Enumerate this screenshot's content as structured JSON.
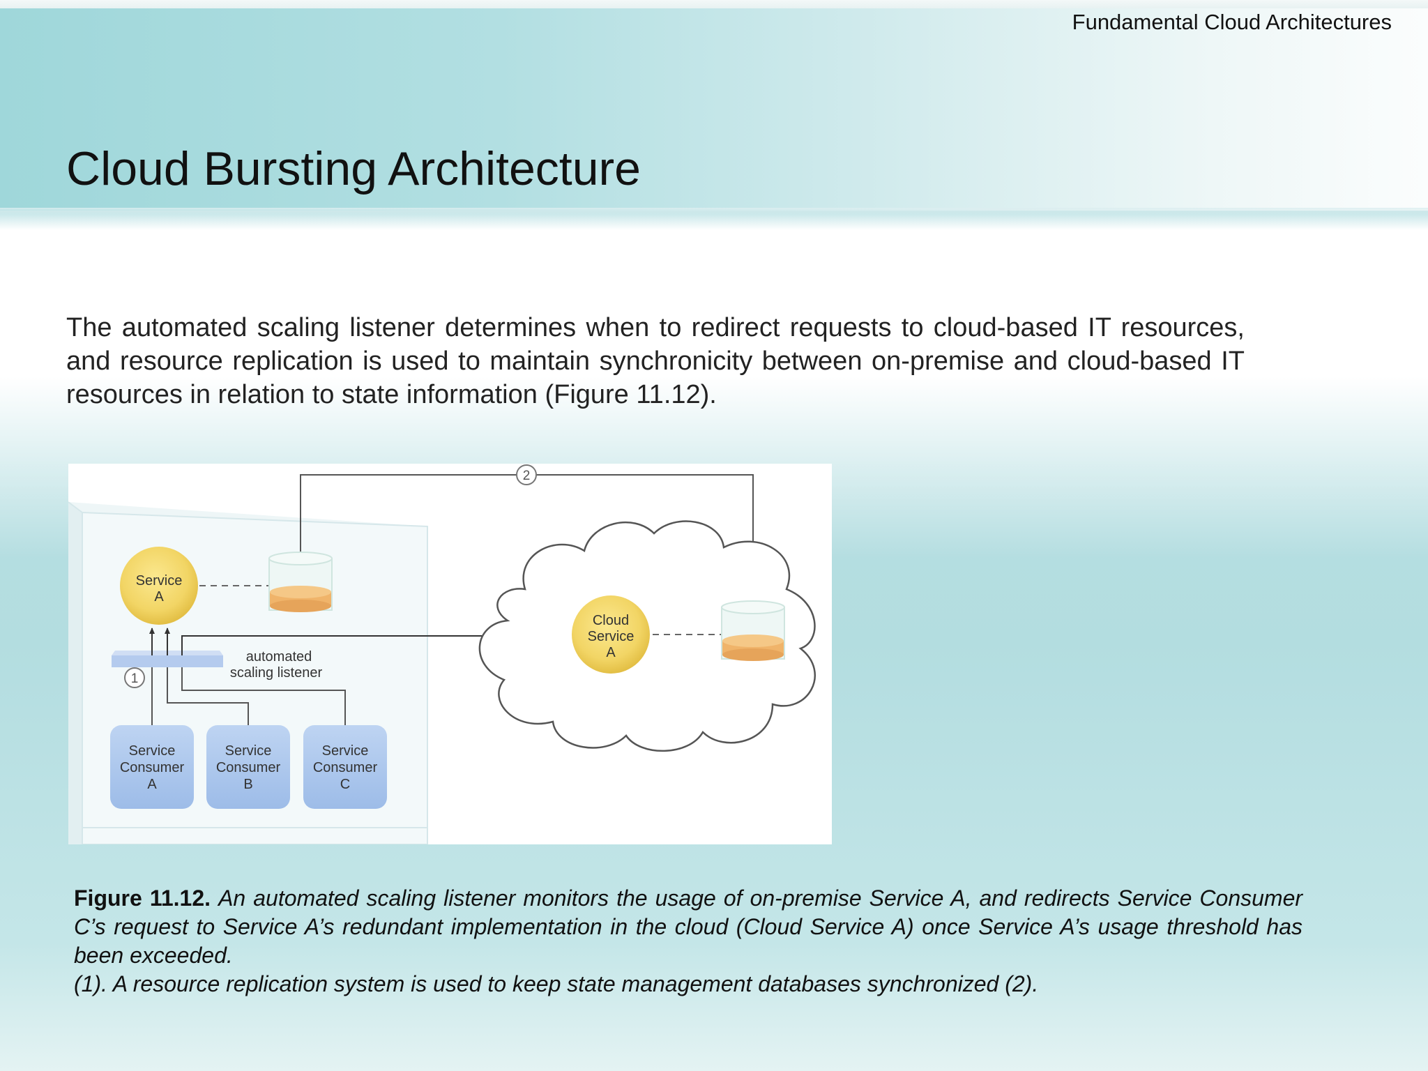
{
  "header": {
    "running_head": "Fundamental Cloud Architectures",
    "title": "Cloud Bursting Architecture"
  },
  "body": {
    "paragraph": "The automated scaling listener determines when to redirect requests to cloud-based IT resources, and resource replication is used to maintain synchronicity between on-premise and cloud-based IT resources in relation to state information (Figure 11.12)."
  },
  "figure": {
    "service_a_line1": "Service",
    "service_a_line2": "A",
    "listener_line1": "automated",
    "listener_line2": "scaling listener",
    "marker_1": "1",
    "marker_2": "2",
    "consumer_a": [
      "Service",
      "Consumer",
      "A"
    ],
    "consumer_b": [
      "Service",
      "Consumer",
      "B"
    ],
    "consumer_c": [
      "Service",
      "Consumer",
      "C"
    ],
    "cloud_service": [
      "Cloud",
      "Service",
      "A"
    ],
    "colors": {
      "service_fill": "#f2d565",
      "consumer_fill": "#a9c6ec",
      "db_fill": "#f0b46a",
      "listener_fill": "#b4cbee"
    }
  },
  "caption": {
    "label": "Figure 11.12.",
    "text": "An automated scaling listener monitors the usage of on-premise Service A, and redirects Service Consumer C’s request to Service A’s redundant implementation in the cloud (Cloud Service A) once Service A’s usage threshold has been exceeded.",
    "line2": "(1). A resource replication system is used to keep state management databases synchronized (2)."
  }
}
